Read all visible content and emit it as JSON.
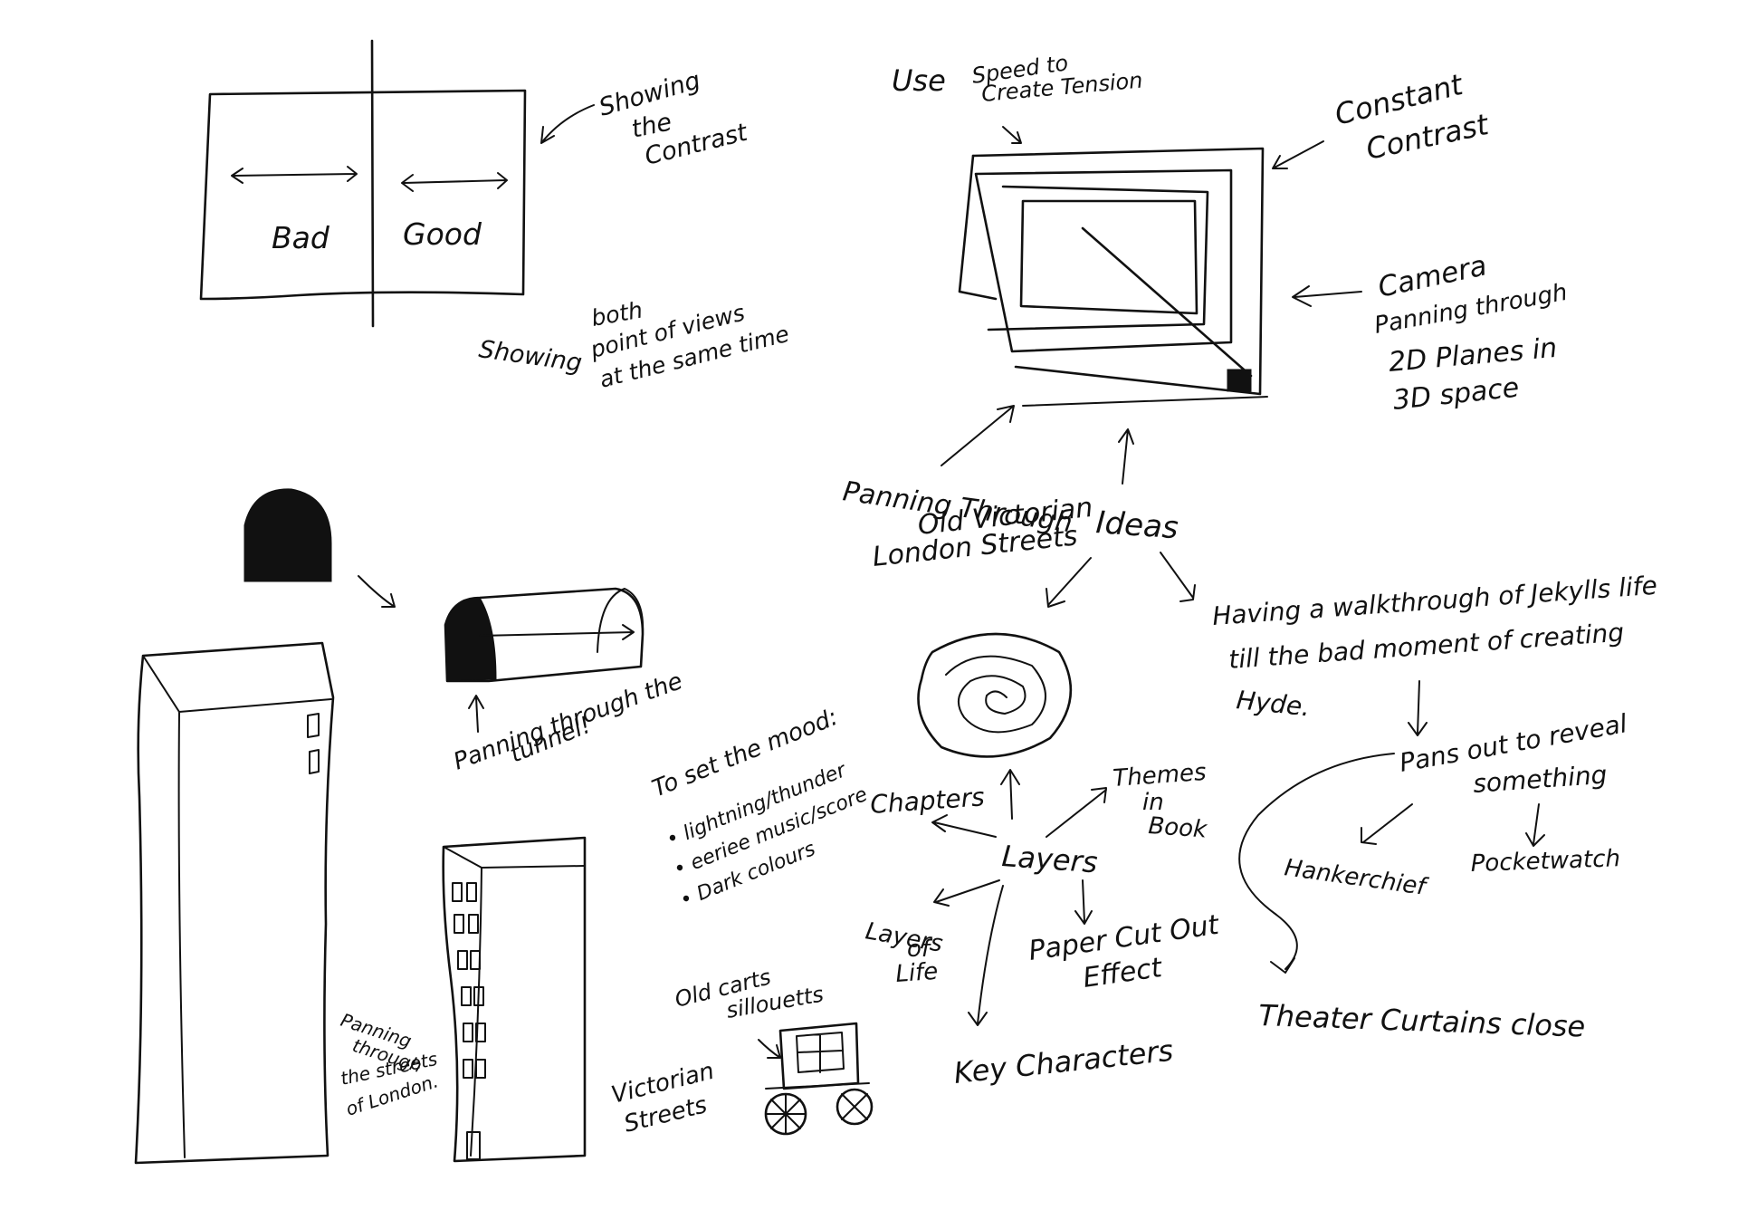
{
  "split_screen": {
    "label_bad": "Bad",
    "label_good": "Good",
    "note_contrast": [
      "Showing",
      "the",
      "Contrast"
    ],
    "note_both": [
      "Showing",
      "both",
      "point of views",
      "at the same time"
    ]
  },
  "planes": {
    "note_speed": [
      "Use",
      "Speed to",
      "Create Tension"
    ],
    "note_constant": [
      "Constant",
      "Contrast"
    ],
    "note_camera": [
      "Camera",
      "Panning through",
      "2D Planes in",
      "3D space"
    ],
    "note_victorian": [
      "Panning Through",
      "Old Victorian",
      "London Streets"
    ]
  },
  "ideas": {
    "center": "Ideas",
    "walkthrough": [
      "Having a walkthrough of Jekylls life",
      "till the bad moment of creating",
      "Hyde."
    ],
    "pans_out": [
      "Pans out to reveal",
      "something"
    ],
    "handkerchief": "Hankerchief",
    "pocketwatch": "Pocketwatch",
    "curtains": "Theater Curtains close"
  },
  "layers": {
    "center": "Layers",
    "chapters": "Chapters",
    "themes": [
      "Themes",
      "in",
      "Book"
    ],
    "layers_of_life": [
      "Layers",
      "of",
      "Life"
    ],
    "paper_cut": [
      "Paper Cut Out",
      "Effect"
    ],
    "key_characters": "Key Characters"
  },
  "mood": {
    "title": "To set the mood:",
    "items": [
      "• lightning/thunder",
      "• eeriee music/score",
      "• Dark colours"
    ]
  },
  "tunnel": {
    "note": [
      "Panning through the",
      "tunnel!"
    ]
  },
  "streets": {
    "note": [
      "Panning",
      "through",
      "the streets",
      "of London."
    ],
    "victorian": [
      "Victorian",
      "Streets"
    ],
    "carts": [
      "Old carts",
      "sillouetts"
    ]
  }
}
